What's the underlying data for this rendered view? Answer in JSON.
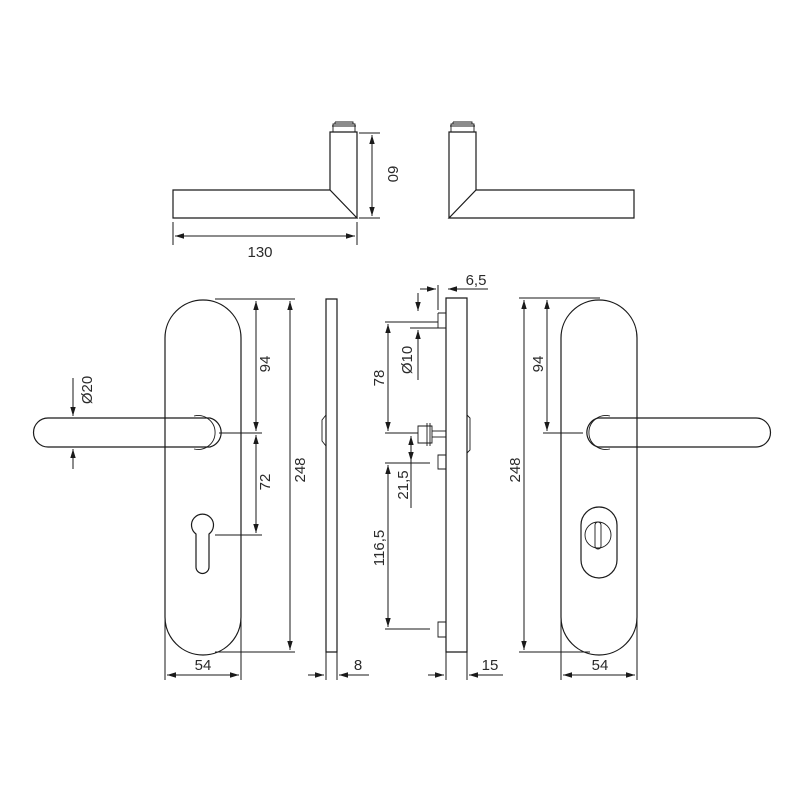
{
  "drawing": {
    "line_color": "#1a1a1a",
    "background": "#ffffff",
    "views": {
      "lever_side_left": {
        "dimensions": {
          "length": "130",
          "height": "60"
        }
      },
      "lever_side_right": {},
      "front_left": {
        "dimensions": {
          "lever_diameter": "Ø20",
          "top_to_spindle": "94",
          "spindle_to_cylinder": "72",
          "plate_height": "248",
          "plate_width": "54"
        }
      },
      "plate_profile_thin": {
        "dimensions": {
          "thickness": "8"
        }
      },
      "plate_profile_section": {
        "dimensions": {
          "rose_offset": "6,5",
          "spindle_diameter": "Ø10",
          "top_screw_to_spindle": "78",
          "spindle_to_lower_fixing": "21,5",
          "fixing_distance": "116,5",
          "thickness": "15"
        }
      },
      "front_right": {
        "dimensions": {
          "top_to_spindle": "94",
          "plate_height": "248",
          "plate_width": "54"
        }
      }
    }
  }
}
